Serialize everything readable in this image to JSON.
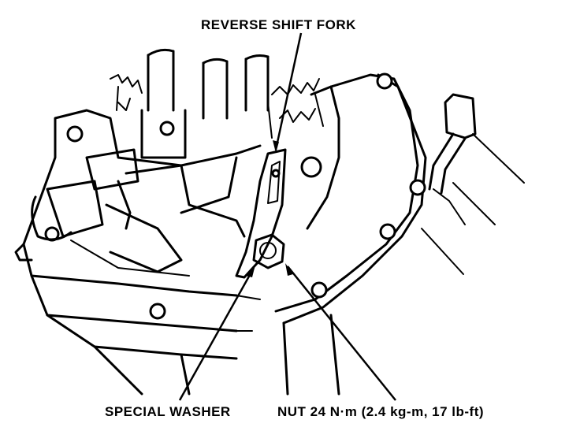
{
  "labels": {
    "reverse_shift_fork": "REVERSE SHIFT FORK",
    "special_washer": "SPECIAL WASHER",
    "nut": "NUT 24 N·m (2.4 kg-m, 17 lb-ft)"
  }
}
